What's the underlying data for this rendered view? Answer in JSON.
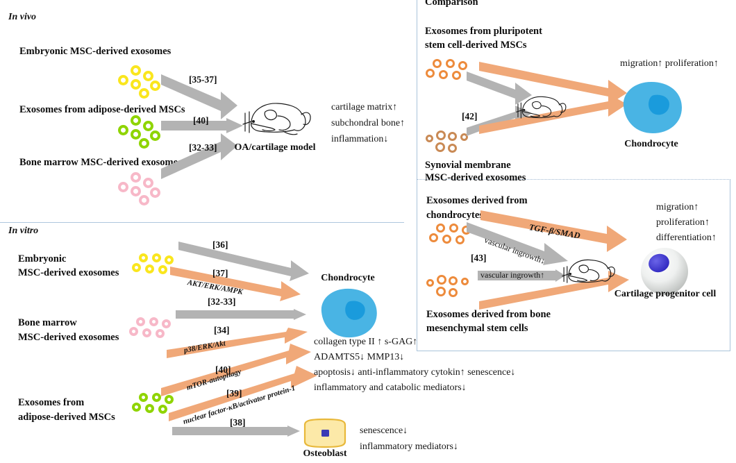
{
  "figure": {
    "sections": {
      "in_vivo": "In vivo",
      "in_vitro": "In vitro",
      "comparison": "Comparison"
    }
  },
  "in_vivo": {
    "sources": [
      {
        "label": "Embryonic MSC-derived exosomes",
        "exosome_color": "#FAE61E",
        "ref": "[35-37]"
      },
      {
        "label": "Exosomes from adipose-derived MSCs",
        "exosome_color": "#8FD400",
        "ref": "[40]"
      },
      {
        "label": "Bone marrow MSC-derived exosomes",
        "exosome_color": "#F7B8C8",
        "ref": "[32-33]"
      }
    ],
    "target_label": "OA/cartilage model",
    "outcomes": [
      "cartilage matrix↑",
      "subchondral bone↑",
      "inflammation↓"
    ]
  },
  "comparison": {
    "top_source_label_line1": "Exosomes from pluripotent",
    "top_source_label_line2": "stem cell-derived MSCs",
    "bottom_source_label_line1": "Synovial membrane",
    "bottom_source_label_line2": "MSC-derived exosomes",
    "ref": "[42]",
    "target_label": "Chondrocyte",
    "outcomes": [
      "migration↑ proliferation↑"
    ],
    "exosome_color_top": "#ED8B3C",
    "exosome_color_bottom": "#C98A55"
  },
  "progenitor_panel": {
    "top_source_line1": "Exosomes  derived  from",
    "top_source_line2": "chondrocytes",
    "bottom_source_line1": "Exosomes  derived  from  bone",
    "bottom_source_line2": "mesenchymal stem cells",
    "ref": "[43]",
    "path_labels": {
      "tgf": "TGF-β/SMAD",
      "vascular_down": "vascular ingrowth↓",
      "vascular_up": "vascular ingrowth↑"
    },
    "target_label": "Cartilage progenitor cell",
    "outcomes": [
      "migration↑",
      "proliferation↑",
      "differentiation↑"
    ],
    "exosome_color": "#ED8B3C"
  },
  "in_vitro": {
    "sources": [
      {
        "label_line1": "Embryonic",
        "label_line2": "MSC-derived exosomes",
        "exosome_color": "#FAE61E"
      },
      {
        "label_line1": "Bone marrow",
        "label_line2": "MSC-derived exosomes",
        "exosome_color": "#F7B8C8"
      },
      {
        "label_line1": "Exosomes from",
        "label_line2": "adipose-derived MSCs",
        "exosome_color": "#8FD400"
      }
    ],
    "arrows": [
      {
        "ref": "[36]",
        "path": "",
        "color": "grey"
      },
      {
        "ref": "[37]",
        "path": "AKT/ERK/AMPK",
        "color": "orange"
      },
      {
        "ref": "[32-33]",
        "path": "",
        "color": "grey"
      },
      {
        "ref": "[34]",
        "path": "p38/ERK/Akt",
        "color": "orange"
      },
      {
        "ref": "[40]",
        "path": "mTOR-autophagy",
        "color": "orange"
      },
      {
        "ref": "[39]",
        "path": "nuclear factor-κB/activator protein-1",
        "color": "orange"
      },
      {
        "ref": "[38]",
        "path": "",
        "color": "grey"
      }
    ],
    "chondrocyte_label": "Chondrocyte",
    "chondrocyte_outcomes": [
      "collagen type II ↑ s-GAG↑",
      "ADAMTS5↓ MMP13↓",
      "apoptosis↓ anti-inflammatory cytokin↑ senescence↓",
      "inflammatory and catabolic mediators↓"
    ],
    "osteoblast_label": "Osteoblast",
    "osteoblast_outcomes": [
      "senescence↓",
      "inflammatory mediators↓"
    ]
  },
  "colors": {
    "arrow_grey": "#B3B3B3",
    "arrow_orange": "#F0A878",
    "chondrocyte_fill": "#49B4E4",
    "chondrocyte_nucleus": "#1A9BDC",
    "osteoblast_fill": "#FCE9A8",
    "osteoblast_stroke": "#E8B83A",
    "osteoblast_nucleus": "#3A3AB5",
    "progenitor_nucleus": "#3A34C8",
    "panel_border": "#A9C3DA"
  }
}
